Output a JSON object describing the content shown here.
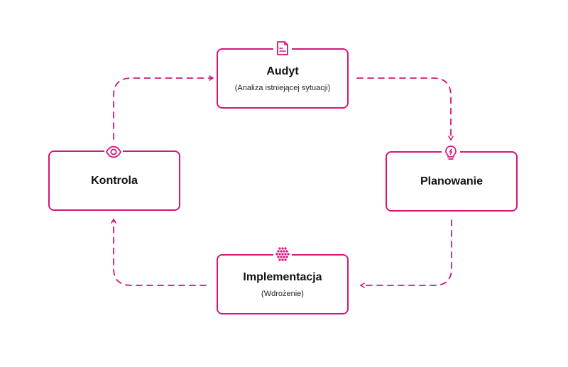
{
  "accent_color": "#d4167a",
  "nodes": {
    "audyt": {
      "title": "Audyt",
      "subtitle": "(Analiza istniejącej sytuacji)",
      "icon": "document-icon"
    },
    "planowanie": {
      "title": "Planowanie",
      "icon": "lightbulb-icon"
    },
    "implementacja": {
      "title": "Implementacja",
      "subtitle": "(Wdrożenie)",
      "icon": "honeycomb-grid-icon"
    },
    "kontrola": {
      "title": "Kontrola",
      "icon": "eye-icon"
    }
  }
}
